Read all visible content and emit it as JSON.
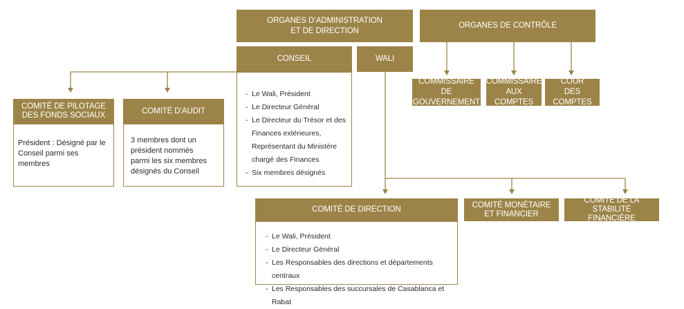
{
  "administration": {
    "title": "ORGANES D’ADMINISTRATION\nET DE DIRECTION"
  },
  "controle": {
    "title": "ORGANES DE CONTRÔLE",
    "commissaire": "COMMISSAIRE DE\nGOUVERNEMENT",
    "commissaire_comptes": "COMMISSAIRE\nAUX COMPTES",
    "cour": "COUR\nDES COMPTES"
  },
  "conseil": {
    "title": "CONSEIL",
    "items": [
      "Le Wali, Président",
      "Le Directeur Général",
      "Le Directeur du Trésor et des Finances extérieures, Représentant du Ministère chargé des Finances",
      "Six membres désignés"
    ]
  },
  "wali": {
    "title": "WALI"
  },
  "pilotage": {
    "title": "COMITÉ DE PILOTAGE\nDES FONDS SOCIAUX",
    "text": "Président : Désigné par le Conseil parmi ses membres"
  },
  "audit": {
    "title": "COMITÉ D’AUDIT",
    "text": "3 membres dont un président nommés parmi les six membres désignés du Conseil"
  },
  "direction": {
    "title": "COMITÉ DE DIRECTION",
    "items": [
      "Le Wali, Président",
      "Le Directeur Général",
      "Les Responsables des directions et départements centraux",
      "Les Responsables des succursales de Casablanca et Rabat"
    ]
  },
  "monetaire": {
    "title": "COMITÉ MONÉTAIRE\nET FINANCIER"
  },
  "stabilite": {
    "title": "COMITÉ DE LA STABILITÉ\nFINANCIÈRE"
  },
  "colors": {
    "accent": "#9c8448",
    "line": "#9c8448",
    "text": "#2a2a2a"
  }
}
